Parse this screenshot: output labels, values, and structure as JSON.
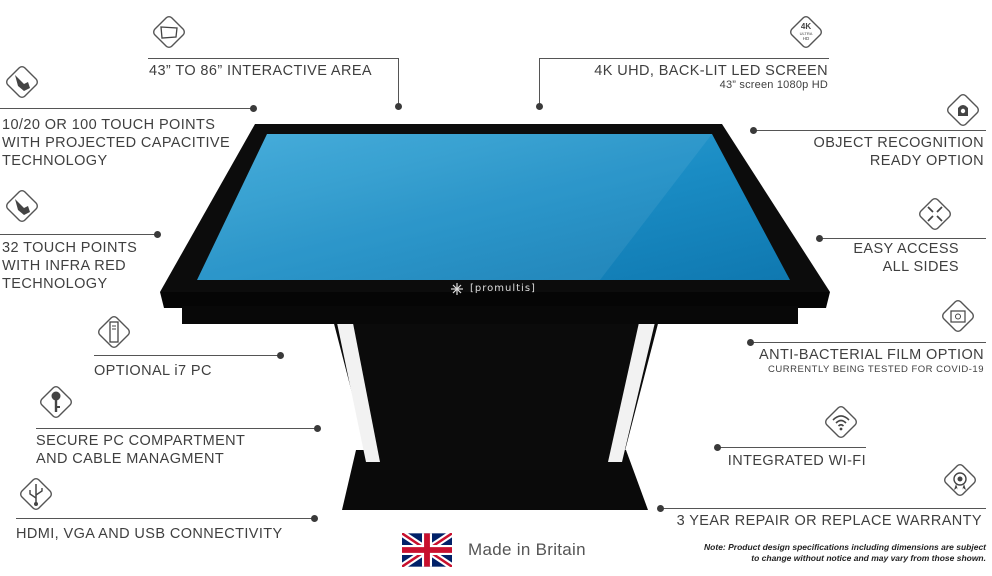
{
  "features": {
    "interactive_area": "43” TO 86” INTERACTIVE AREA",
    "touch_points_pcap": [
      "10/20 OR 100 TOUCH POINTS",
      "WITH PROJECTED CAPACITIVE",
      "TECHNOLOGY"
    ],
    "touch_points_ir": [
      "32 TOUCH POINTS",
      "WITH INFRA RED",
      "TECHNOLOGY"
    ],
    "optional_pc": "OPTIONAL i7 PC",
    "secure_pc": [
      "SECURE PC COMPARTMENT",
      "AND CABLE MANAGMENT"
    ],
    "connectivity": "HDMI, VGA AND USB CONNECTIVITY",
    "screen": "4K UHD, BACK-LIT LED SCREEN",
    "screen_sub": "43” screen 1080p HD",
    "object_recognition": [
      "OBJECT RECOGNITION",
      "READY OPTION"
    ],
    "easy_access": [
      "EASY ACCESS",
      "ALL SIDES"
    ],
    "anti_bacterial": "ANTI-BACTERIAL FILM OPTION",
    "anti_bacterial_sub": "CURRENTLY BEING TESTED FOR COVID-19",
    "wifi": "INTEGRATED WI-FI",
    "warranty": "3 YEAR REPAIR OR REPLACE WARRANTY"
  },
  "icons": {
    "interactive_area": "display-icon",
    "touch_pcap": "touch-hand-icon",
    "touch_ir": "touch-hand-icon",
    "optional_pc": "pc-tower-icon",
    "secure_pc": "key-icon",
    "connectivity": "usb-icon",
    "screen": "4k-ultra-hd-icon",
    "screen_badge": [
      "4K",
      "ULTRA",
      "HD"
    ],
    "object_recognition": "object-puck-icon",
    "easy_access": "arrows-inward-icon",
    "anti_bacterial": "film-icon",
    "wifi": "wifi-icon",
    "warranty": "award-badge-icon"
  },
  "product": {
    "brand": "[promultis]",
    "screen_color": "#1e8fc4",
    "body_color": "#0a0a0a"
  },
  "footer": {
    "made_in": "Made in Britain",
    "note_line1": "Note: Product design specifications including dimensions are subject",
    "note_line2": "to change without notice and may vary from those shown."
  }
}
